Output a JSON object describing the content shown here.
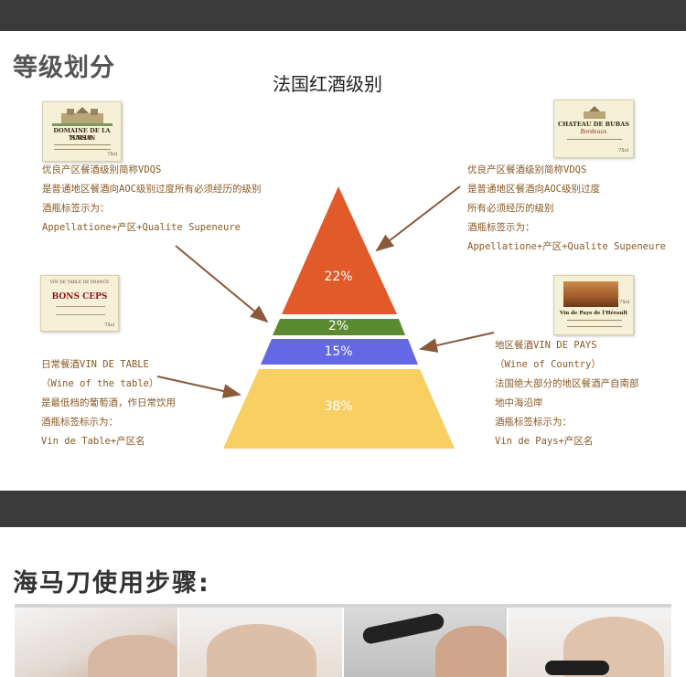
{
  "page": {
    "section1_title": "等级划分",
    "section2_title": "海马刀使用步骤:"
  },
  "diagram": {
    "title": "法国红酒级别",
    "tiers": [
      {
        "name": "top",
        "label": "22%",
        "color": "#e05a2a"
      },
      {
        "name": "second",
        "label": "2%",
        "color": "#5a8a32"
      },
      {
        "name": "third",
        "label": "15%",
        "color": "#6468e4"
      },
      {
        "name": "bottom",
        "label": "38%",
        "color": "#f7cf63"
      }
    ],
    "arrow_color": "#8a5a3a"
  },
  "labels": {
    "la_salle": {
      "line1": "DOMAINE DE LA SALLE",
      "line2": "TURSAN",
      "size": "75cl"
    },
    "bubas": {
      "line1": "CHATEAU DE BUBAS",
      "line2": "Bordeaux",
      "size": "75cl"
    },
    "bons_ceps": {
      "line0": "VIN DE TABLE DE FRANCE",
      "line1": "BONS CEPS",
      "size": "75cl"
    },
    "herault": {
      "line1": "Vin de Pays de l'Hérault",
      "size": "75cl"
    }
  },
  "descriptions": {
    "top_left": [
      "优良产区餐酒级别简称VDQS",
      "是普通地区餐酒向AOC级别过度所有必须经历的级别",
      "酒瓶标签示为：",
      "Appellatione+产区+Qualite Supeneure"
    ],
    "top_right": [
      "优良产区餐酒级别简称VDQS",
      "是普通地区餐酒向AOC级别过度",
      "所有必须经历的级别",
      "酒瓶标签示为：",
      "Appellatione+产区+Qualite Supeneure"
    ],
    "bottom_left": [
      "日常餐酒VIN DE TABLE",
      "（Wine of the table）",
      "是最低档的葡萄酒，作日常饮用",
      "酒瓶标签标示为：",
      "Vin de Table+产区名"
    ],
    "bottom_right": [
      "地区餐酒VIN DE PAYS",
      "（Wine of Country）",
      "法国绝大部分的地区餐酒产自南部",
      "地中海沿岸",
      "酒瓶标签标示为：",
      "Vin de Pays+产区名"
    ]
  }
}
